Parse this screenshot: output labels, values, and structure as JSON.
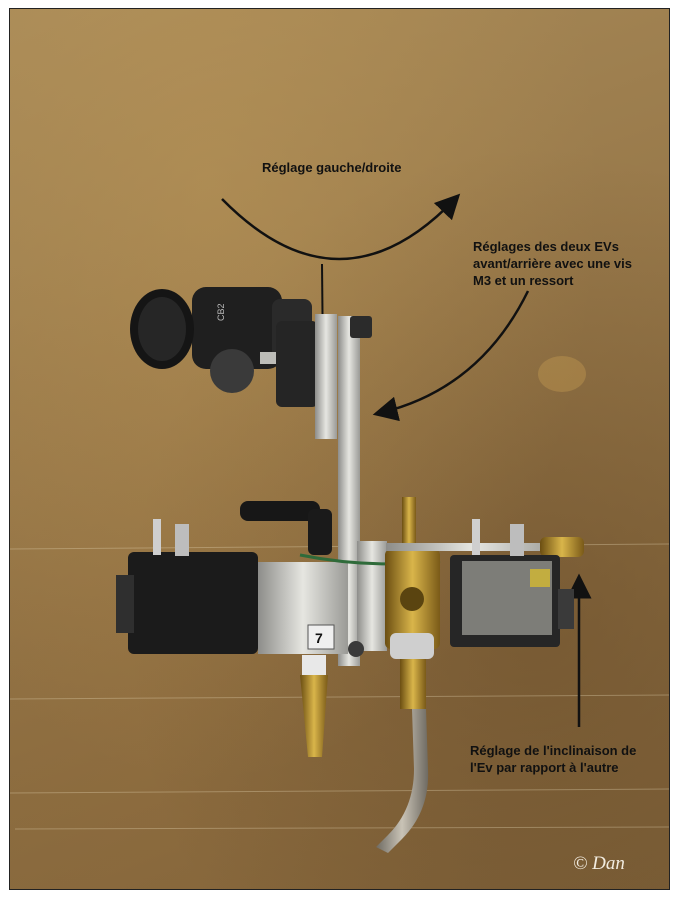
{
  "annotations": {
    "left_right": "Réglage gauche/droite",
    "front_back": [
      "Réglages des deux EVs",
      "avant/arrière avec une vis",
      "M3 et un ressort"
    ],
    "tilt": [
      "Réglage de l'inclinaison de",
      "l'Ev par rapport à l'autre"
    ]
  },
  "credit": "© Dan",
  "camera_marking": "CB2",
  "valve_tag_number": "7",
  "colors": {
    "board": "#98794a",
    "arrows": "#111111",
    "credit_text": "#f2ece0"
  }
}
